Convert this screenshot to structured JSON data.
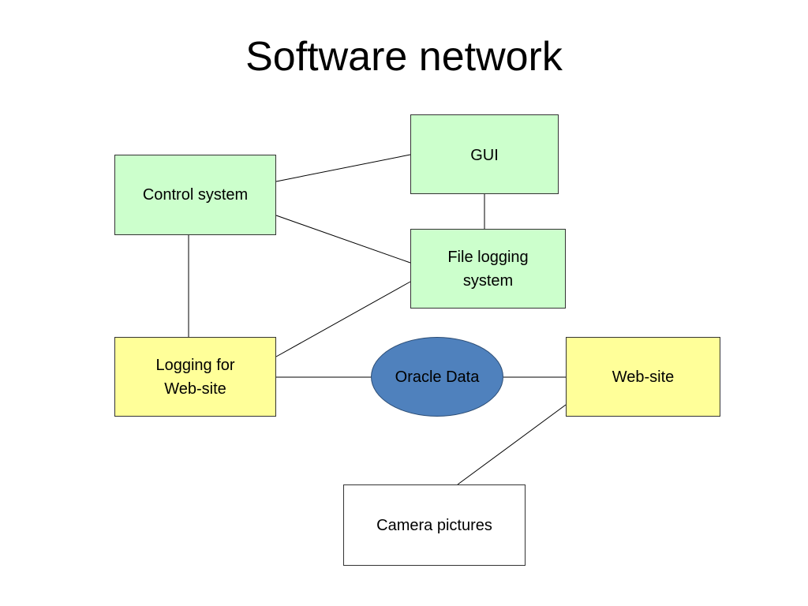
{
  "title": "Software network",
  "colors": {
    "green_box": "#ccffcc",
    "yellow_box": "#ffff99",
    "white_box": "#ffffff",
    "ellipse_fill": "#4f81bd",
    "line": "#000000"
  },
  "nodes": {
    "control_system": "Control system",
    "gui": "GUI",
    "file_logging": "File logging\nsystem",
    "logging_web": "Logging for\nWeb-site",
    "oracle_data": "Oracle Data",
    "web_site": "Web-site",
    "camera_pictures": "Camera pictures"
  }
}
